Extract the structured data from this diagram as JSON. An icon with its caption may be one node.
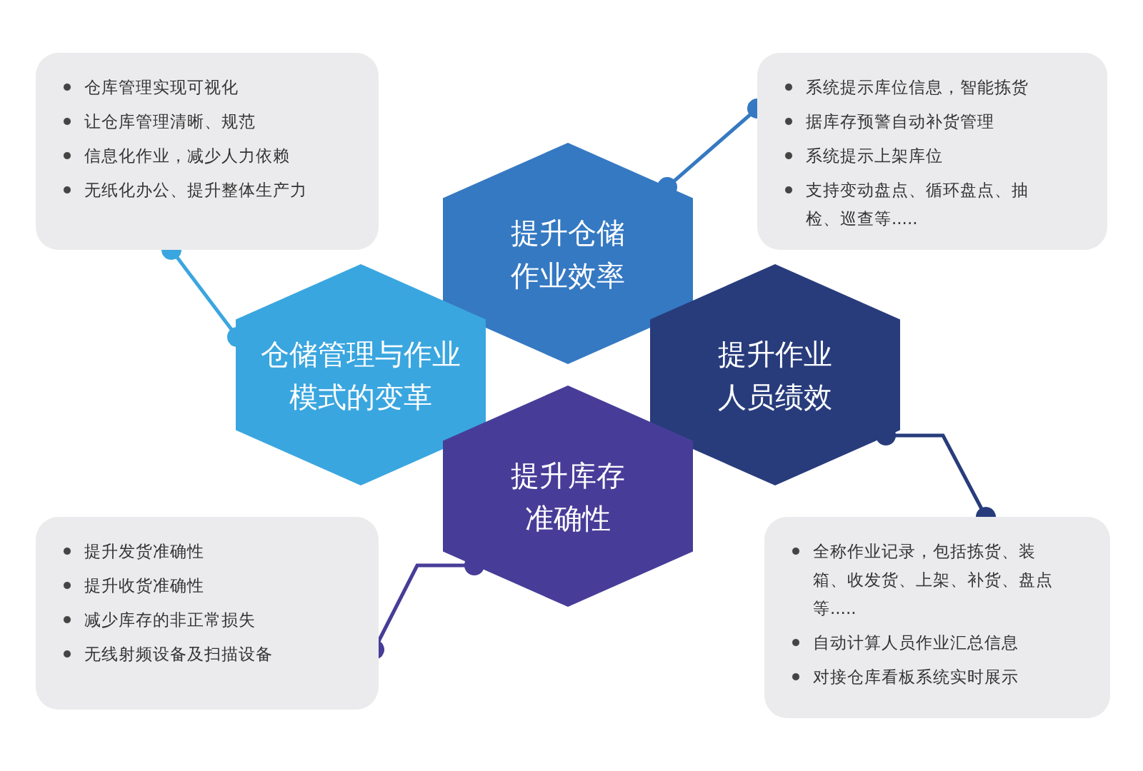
{
  "diagram": {
    "nodes": [
      {
        "text": [
          "仓库管理实现可视化",
          "让仓库管理清晰、规范",
          "信息化作业，减少人力依赖",
          "无纸化办公、提升整体生产力"
        ]
      },
      {
        "text": [
          "系统提示库位信息，智能拣货",
          "据库存预警自动补货管理",
          "系统提示上架库位",
          "支持变动盘点、循环盘点、抽检、巡查等....."
        ]
      },
      {
        "text": [
          "提升仓储作业效率"
        ]
      },
      {
        "text": [
          "仓储管理与作业模式的变革"
        ]
      },
      {
        "text": [
          "提升作业人员绩效"
        ]
      },
      {
        "text": [
          "提升库存准确性"
        ]
      },
      {
        "text": [
          "提升发货准确性",
          "提升收货准确性",
          "减少库存的非正常损失",
          "无线射频设备及扫描设备"
        ]
      },
      {
        "text": [
          "全称作业记录，包括拣货、装箱、收发货、上架、补货、盘点等.....",
          "自动计算人员作业汇总信息",
          "对接仓库看板系统实时展示"
        ]
      }
    ],
    "edges": [
      {
        "from": 3,
        "to": 0,
        "arrow": "other",
        "color": "#3aa6df"
      },
      {
        "from": 2,
        "to": 1,
        "arrow": "other",
        "color": "#3579c2"
      },
      {
        "from": 4,
        "to": 7,
        "arrow": "other",
        "color": "#283c7c"
      },
      {
        "from": 5,
        "to": 6,
        "arrow": "other",
        "color": "#473d98"
      }
    ]
  }
}
